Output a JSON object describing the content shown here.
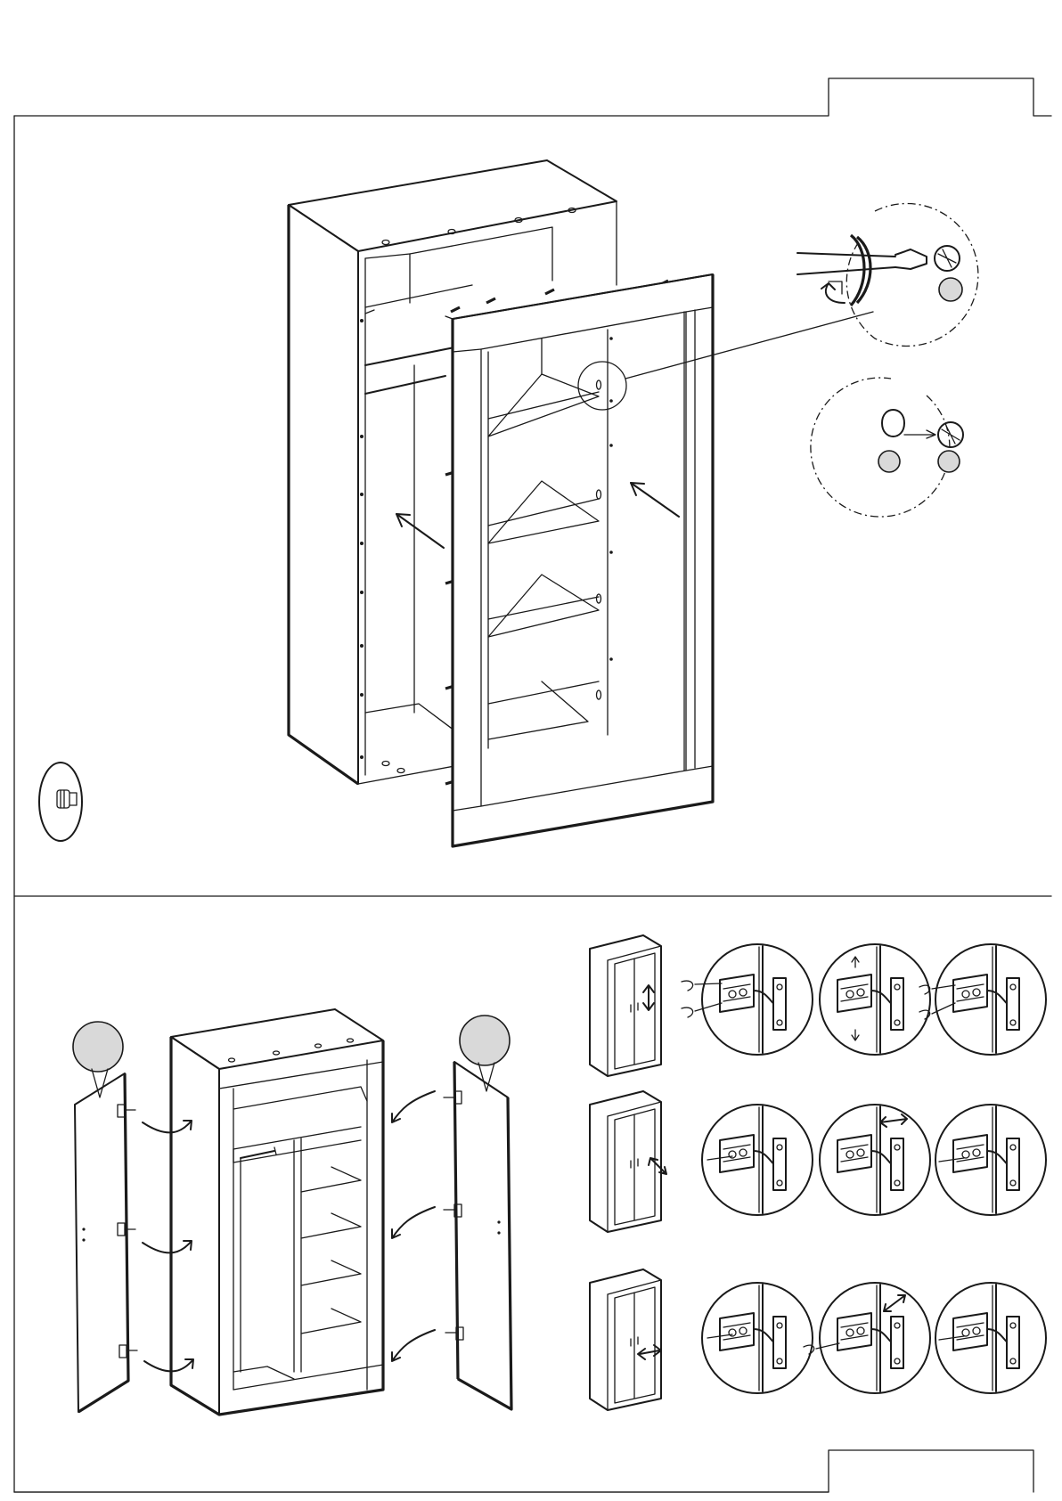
{
  "page": {
    "background": "#ffffff",
    "ink": "#1a1a1a",
    "part_marker_fill": "#d9d9d9"
  },
  "step_one": {
    "name": "attach-back-frame",
    "icons": [
      "cam-lock-icon",
      "screwdriver-icon",
      "rotate-arrow-icon",
      "insert-arrow-icon",
      "shelf-pin-icon"
    ]
  },
  "step_two": {
    "name": "mount-doors",
    "icons": [
      "door-left-icon",
      "door-right-icon",
      "hinge-icon",
      "curved-arrow-icon"
    ]
  },
  "hinge_adjustment": {
    "rows": [
      {
        "adjustment": "vertical",
        "icons": [
          "up-down-arrow-icon",
          "screw-turn-icon"
        ]
      },
      {
        "adjustment": "depth",
        "icons": [
          "diagonal-arrow-icon",
          "screw-turn-icon"
        ]
      },
      {
        "adjustment": "side",
        "icons": [
          "left-right-arrow-icon",
          "screw-turn-icon"
        ]
      }
    ]
  }
}
